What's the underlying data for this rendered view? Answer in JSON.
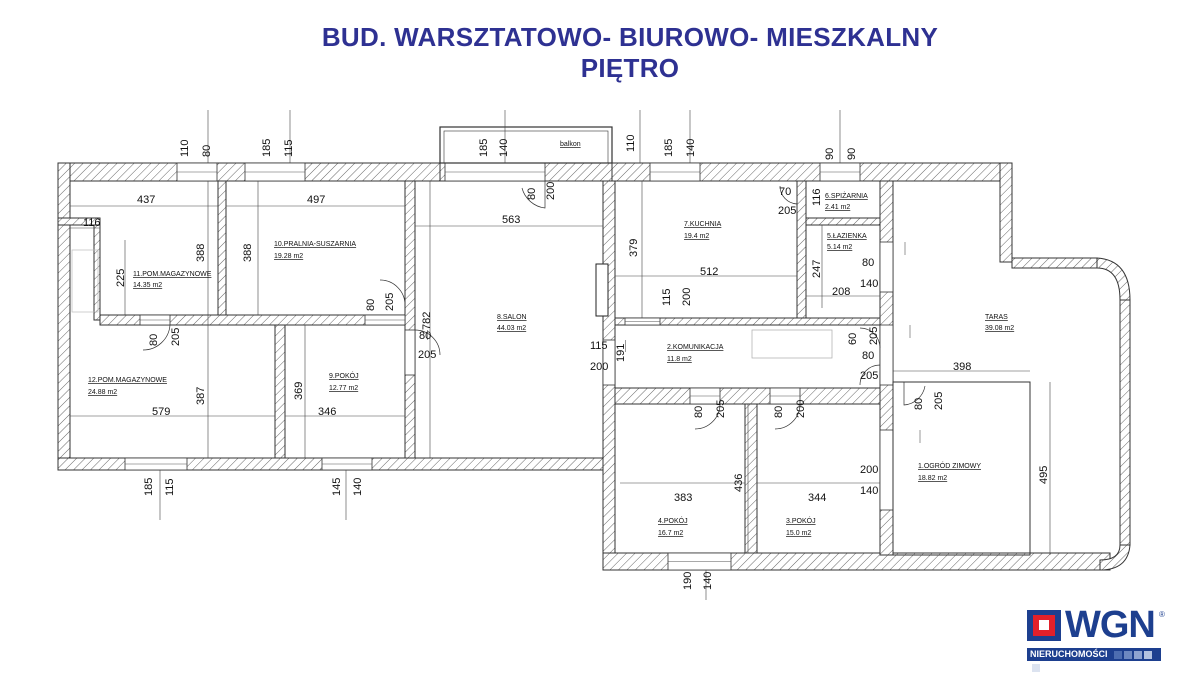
{
  "title": {
    "line1": "BUD. WARSZTATOWO- BIUROWO- MIESZKALNY",
    "line2": "PIĘTRO"
  },
  "balcony_label": "balkon",
  "rooms": [
    {
      "name": "1.OGRÓD ZIMOWY",
      "area": "18.82 m2"
    },
    {
      "name": "2.KOMUNIKACJA",
      "area": "11.8 m2"
    },
    {
      "name": "3.POKÓJ",
      "area": "15.0 m2"
    },
    {
      "name": "4.POKÓJ",
      "area": "16.7 m2"
    },
    {
      "name": "5.ŁAZIENKA",
      "area": "5.14 m2"
    },
    {
      "name": "6.SPIŻARNIA",
      "area": "2.41 m2"
    },
    {
      "name": "7.KUCHNIA",
      "area": "19.4 m2"
    },
    {
      "name": "8.SALON",
      "area": "44.03 m2"
    },
    {
      "name": "9.POKÓJ",
      "area": "12.77 m2"
    },
    {
      "name": "10.PRALNIA-SUSZARNIA",
      "area": "19.28 m2"
    },
    {
      "name": "11.POM.MAGAZYNOWE",
      "area": "14.35 m2"
    },
    {
      "name": "12.POM.MAGAZYNOWE",
      "area": "24.88 m2"
    },
    {
      "name": "TARAS",
      "area": "39.08 m2"
    }
  ],
  "dims": [
    "110",
    "80",
    "185",
    "115",
    "185",
    "140",
    "110",
    "185",
    "140",
    "90",
    "90",
    "437",
    "116",
    "225",
    "388",
    "497",
    "388",
    "563",
    "80",
    "200",
    "80",
    "205",
    "80",
    "205",
    "782",
    "80",
    "205",
    "115",
    "200",
    "387",
    "579",
    "369",
    "346",
    "191",
    "185",
    "115",
    "145",
    "140",
    "70",
    "205",
    "116",
    "379",
    "512",
    "115",
    "200",
    "247",
    "80",
    "140",
    "208",
    "60",
    "205",
    "80",
    "205",
    "398",
    "80",
    "205",
    "80",
    "205",
    "80",
    "200",
    "436",
    "383",
    "344",
    "200",
    "140",
    "495",
    "190",
    "140"
  ],
  "logo": {
    "brand": "WGN",
    "registered": "®",
    "tagline": "NIERUCHOMOŚCI"
  },
  "colors": {
    "title": "#2e3192",
    "logo_blue": "#1d3f8f",
    "logo_red": "#e3202a"
  }
}
